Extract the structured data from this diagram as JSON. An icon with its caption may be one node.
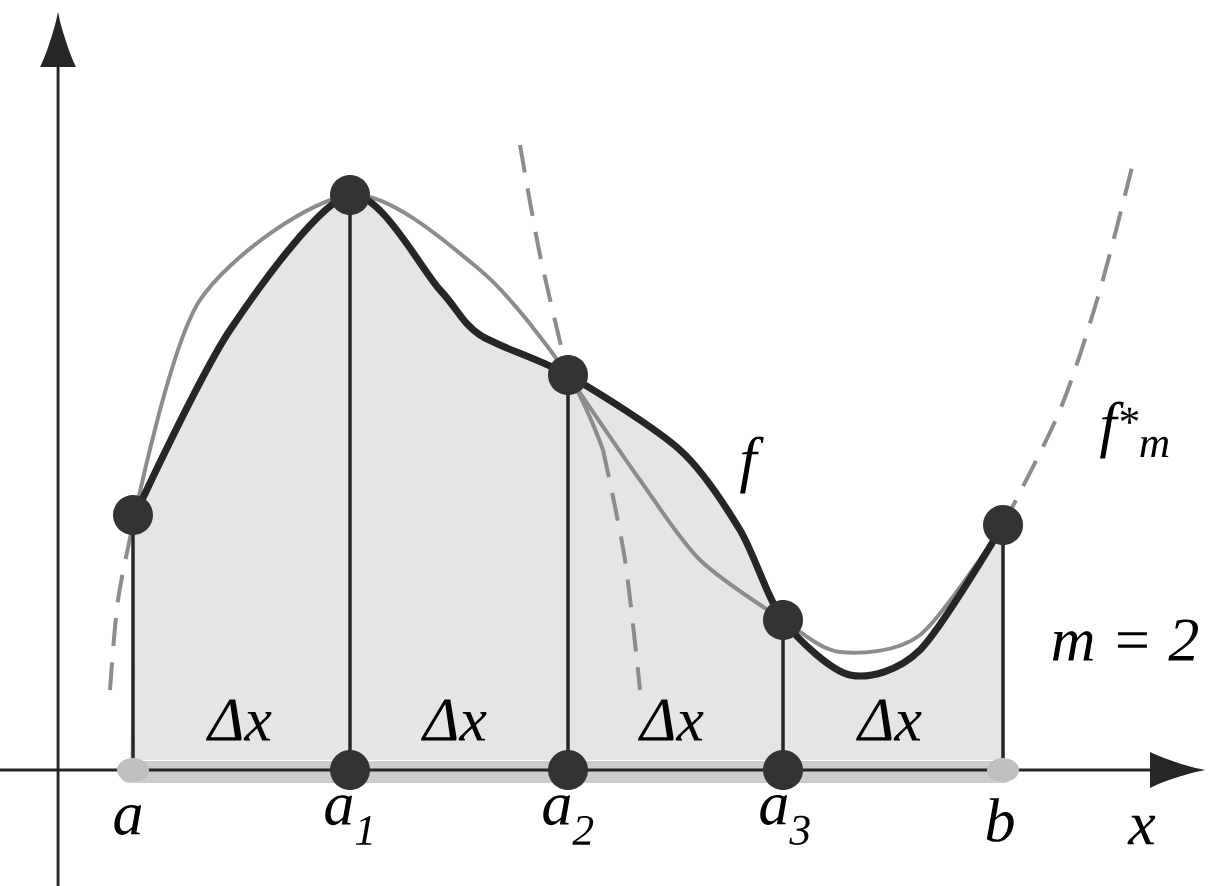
{
  "diagram": {
    "labels": [
      "f$^{*}$$_{m}$",
      "f",
      "m = 2",
      "Δx",
      "Δx",
      "Δx",
      "Δx",
      "a",
      "a$_{1}$",
      "a$_{2}$",
      "a$_{3}$",
      "b",
      "x"
    ]
  }
}
